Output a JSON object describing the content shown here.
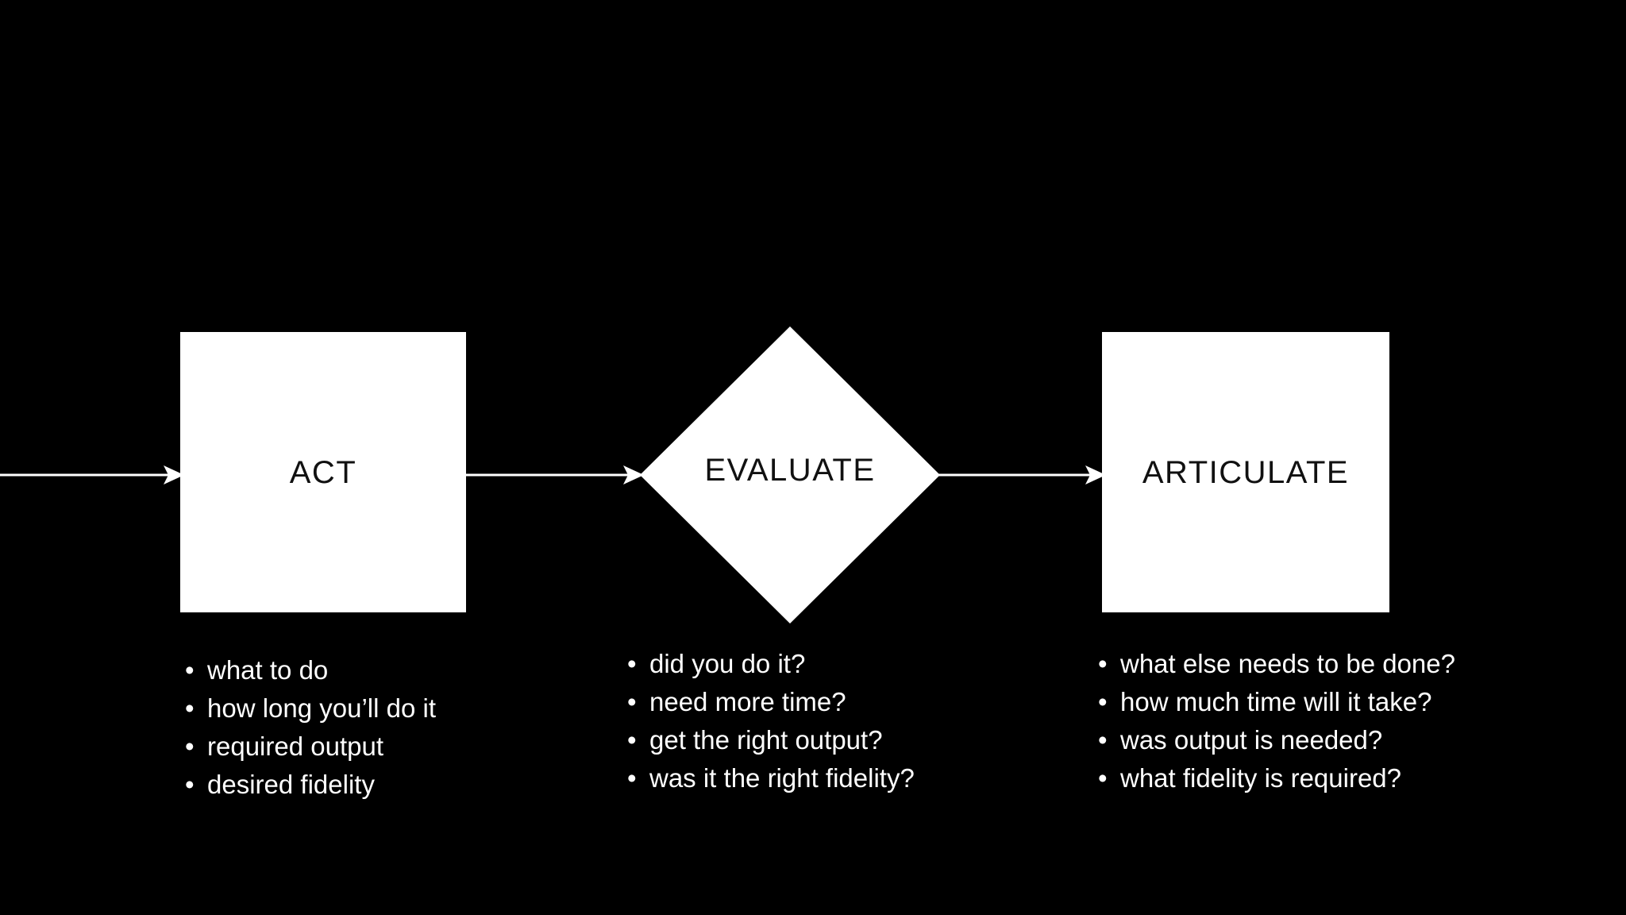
{
  "slide": {
    "background_color": "#000000",
    "shape_fill_color": "#ffffff",
    "shape_text_color": "#111111",
    "bullet_text_color": "#ffffff"
  },
  "diagram": {
    "type": "flowchart",
    "orientation": "left-to-right",
    "nodes": [
      {
        "id": "act",
        "label": "ACT",
        "shape": "rectangle",
        "bullets": [
          "what to do",
          "how long you’ll do it",
          "required output",
          "desired fidelity"
        ]
      },
      {
        "id": "evaluate",
        "label": "EVALUATE",
        "shape": "diamond",
        "bullets": [
          "did you do it?",
          "need more time?",
          "get the right output?",
          "was it the right fidelity?"
        ]
      },
      {
        "id": "articulate",
        "label": "ARTICULATE",
        "shape": "rectangle",
        "bullets": [
          "what else needs to be done?",
          "how much time will it take?",
          "was output is needed?",
          "what fidelity is required?"
        ]
      }
    ],
    "connectors": [
      {
        "id": "incoming",
        "from": "",
        "to": "act",
        "style": "arrow-right"
      },
      {
        "id": "act-to-evaluate",
        "from": "act",
        "to": "evaluate",
        "style": "arrow-right"
      },
      {
        "id": "evaluate-to-articulate",
        "from": "evaluate",
        "to": "articulate",
        "style": "arrow-right"
      }
    ]
  }
}
